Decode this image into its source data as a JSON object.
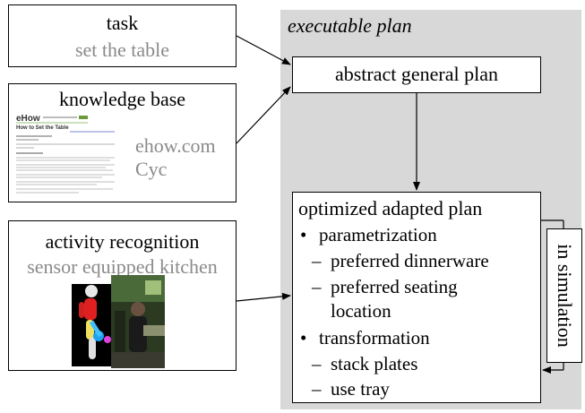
{
  "task": {
    "title": "task",
    "subtitle": "set the table"
  },
  "knowledge_base": {
    "title": "knowledge base",
    "sources": [
      "ehow.com",
      "Cyc"
    ],
    "web_logo": "eHow",
    "web_heading": "How to Set the Table"
  },
  "activity_recognition": {
    "title": "activity recognition",
    "subtitle": "sensor equipped kitchen"
  },
  "executable_plan": {
    "title": "executable plan",
    "abstract_plan": "abstract general plan",
    "optimized_plan": {
      "title": "optimized adapted plan",
      "items": [
        {
          "label": "parametrization",
          "sub": [
            "preferred dinnerware",
            "preferred seating",
            "location"
          ]
        },
        {
          "label": "transformation",
          "sub": [
            "stack plates",
            "use tray"
          ]
        }
      ]
    },
    "loop_label": "in simulation"
  },
  "colors": {
    "panel_bg": "#d8d8d8",
    "gray_text": "#8a8a8a"
  }
}
